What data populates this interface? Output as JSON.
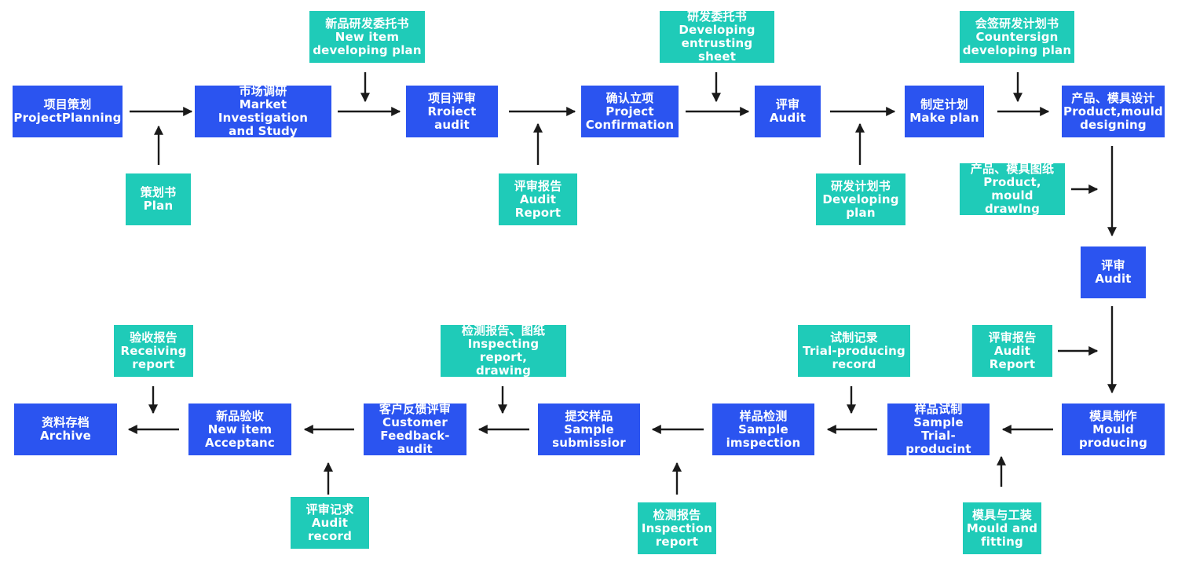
{
  "colors": {
    "process": "#2b54f0",
    "document": "#1fcbb8",
    "arrow": "#1a1a1a",
    "text": "#ffffff"
  },
  "process": {
    "project_planning": "项目策划\nProjectPlanning",
    "market_investigation": "市场调研\nMarket Investigation\nand Study",
    "project_audit": "项目评审\nRroiect audit",
    "project_confirmation": "确认立项\nProject\nConfirmation",
    "audit_1": "评审\nAudit",
    "make_plan": "制定计划\nMake plan",
    "product_mould_designing": "产品、模具设计\nProduct,mould\ndesigning",
    "audit_2": "评审\nAudit",
    "mould_producing": "模具制作\nMould\nproducing",
    "sample_trial_producing": "样品试制\nSample\nTrial-producint",
    "sample_inspection": "样品检测\nSample\nimspection",
    "sample_submission": "提交样品\nSample\nsubmissior",
    "customer_feedback_audit": "客户反馈评审\nCustomer\nFeedback-audit",
    "new_item_acceptance": "新品验收\nNew item\nAcceptanc",
    "archive": "资料存档\nArchive"
  },
  "documents": {
    "plan": "策划书\nPlan",
    "new_item_developing_plan": "新品研发委托书\nNew item\ndeveloping plan",
    "audit_report_1": "评审报告\nAudit\nReport",
    "developing_entrusting_sheet": "研发委托书\nDeveloping\nentrusting sheet",
    "developing_plan": "研发计划书\nDeveloping\nplan",
    "countersign_developing_plan": "会签研发计划书\nCountersign\ndeveloping plan",
    "product_mould_drawing": "产品、模具图纸\nProduct,\nmould drawlng",
    "audit_report_2": "评审报告\nAudit\nReport",
    "trial_producing_record": "试制记录\nTrial-producing\nrecord",
    "inspecting_report_drawing": "检测报告、图纸\nInspecting report,\ndrawing",
    "receiving_report": "验收报告\nReceiving\nreport",
    "mould_and_fitting": "模具与工装\nMould and\nfitting",
    "inspection_report": "检测报告\nInspection\nreport",
    "audit_record": "评审记求\nAudit\nrecord"
  }
}
